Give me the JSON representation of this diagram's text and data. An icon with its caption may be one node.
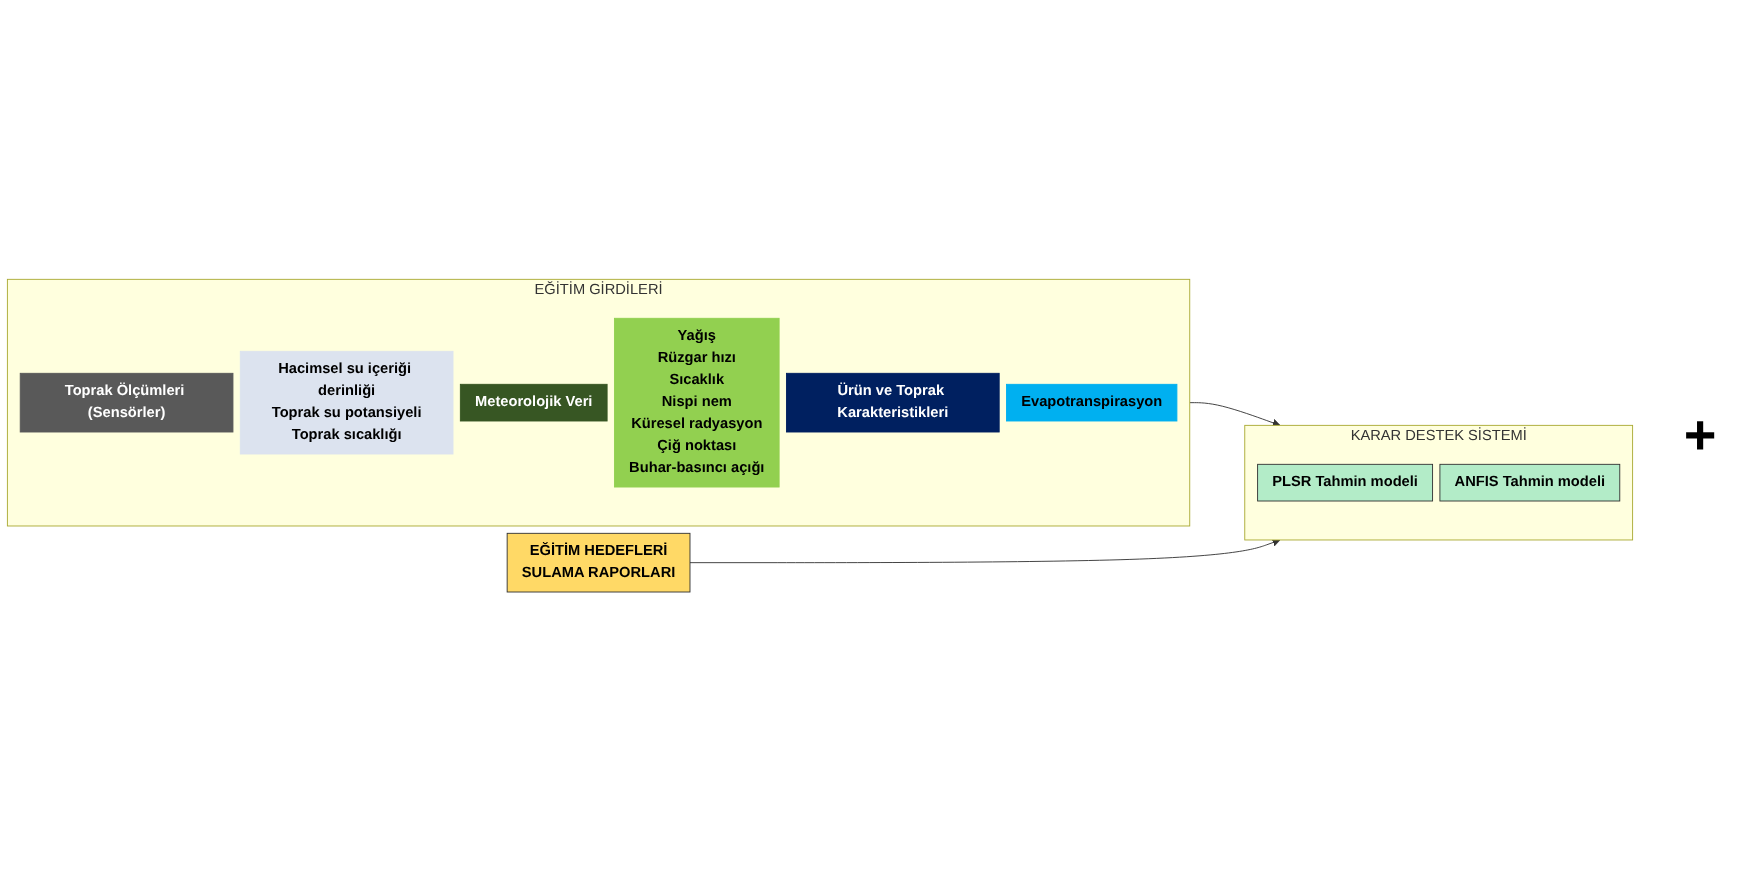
{
  "diagram": {
    "nodes": [
      {
        "text": [
          "EĞİTİM GİRDİLERİ"
        ]
      },
      {
        "text": [
          "Toprak Ölçümleri (Sensörler)"
        ],
        "in": 0
      },
      {
        "text": [
          "Hacimsel su içeriği derinliği",
          "Toprak su potansiyeli",
          "Toprak sıcaklığı"
        ],
        "in": 0
      },
      {
        "text": [
          "Meteorolojik Veri"
        ],
        "in": 0
      },
      {
        "text": [
          "Yağış",
          "Rüzgar hızı",
          "Sıcaklık",
          "Nispi nem",
          "Küresel radyasyon",
          "Çiğ noktası",
          "Buhar-basıncı açığı"
        ],
        "in": 0
      },
      {
        "text": [
          "Ürün ve Toprak Karakteristikleri"
        ],
        "in": 0
      },
      {
        "text": [
          "Evapotranspirasyon"
        ],
        "in": 0
      },
      {
        "text": [
          "KARAR DESTEK SİSTEMİ"
        ]
      },
      {
        "text": [
          "PLSR Tahmin modeli"
        ],
        "in": 7
      },
      {
        "text": [
          "ANFIS Tahmin modeli"
        ],
        "in": 7
      },
      {
        "text": [
          "EĞİTİM HEDEFLERİ",
          "SULAMA RAPORLARI"
        ]
      }
    ],
    "edges": [
      {
        "from": 0,
        "to": 7,
        "arrow": "to"
      },
      {
        "from": 10,
        "to": 7,
        "arrow": "to"
      }
    ],
    "labels": [
      "+"
    ]
  }
}
